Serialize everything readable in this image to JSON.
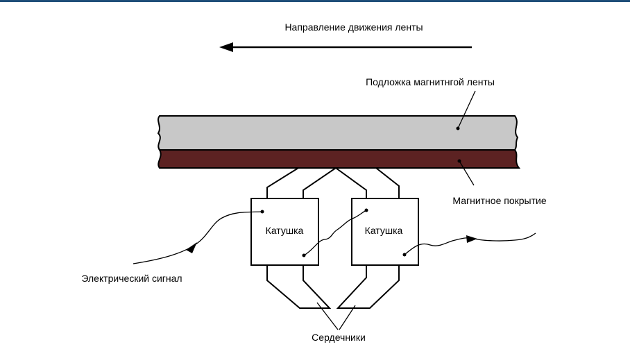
{
  "labels": {
    "tape_direction": "Направление движения ленты",
    "tape_substrate": "Подложка магнитнгой ленты",
    "magnetic_coating": "Магнитное покрытие",
    "coil_left": "Катушка",
    "coil_right": "Катушка",
    "electric_signal": "Электрический сигнал",
    "cores": "Сердечники"
  },
  "colors": {
    "rule": "#1f4e79",
    "substrate": "#c8c8c8",
    "coating": "#5c2222",
    "line": "#000000"
  }
}
